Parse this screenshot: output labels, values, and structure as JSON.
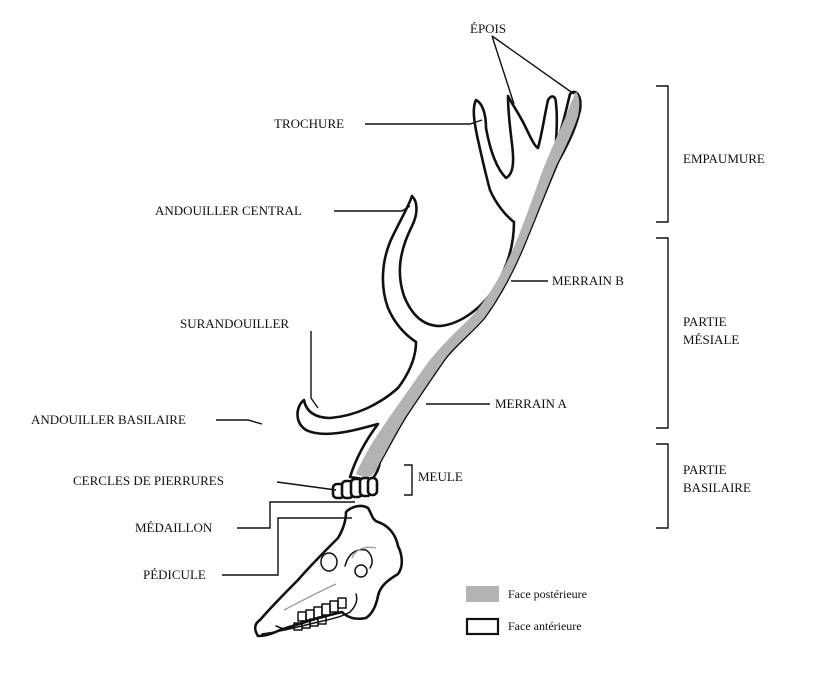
{
  "colors": {
    "posterior": "#b3b3b3",
    "outline": "#111111",
    "background": "#ffffff"
  },
  "labels": {
    "epois": "ÉPOIS",
    "trochure": "TROCHURE",
    "andouiller_central": "ANDOUILLER CENTRAL",
    "surandouiller": "SURANDOUILLER",
    "andouiller_basilaire": "ANDOUILLER BASILAIRE",
    "cercles_de_pierrures": "CERCLES DE PIERRURES",
    "medaillon": "MÉDAILLON",
    "pedicule": "PÉDICULE",
    "merrain_b": "MERRAIN B",
    "merrain_a": "MERRAIN A",
    "meule": "MEULE"
  },
  "regions": {
    "empaumure": "EMPAUMURE",
    "partie_mesiale_line1": "PARTIE",
    "partie_mesiale_line2": "MÉSIALE",
    "partie_basilaire_line1": "PARTIE",
    "partie_basilaire_line2": "BASILAIRE"
  },
  "legend": {
    "posterior_label": "Face postérieure",
    "anterior_label": "Face antérieure"
  }
}
